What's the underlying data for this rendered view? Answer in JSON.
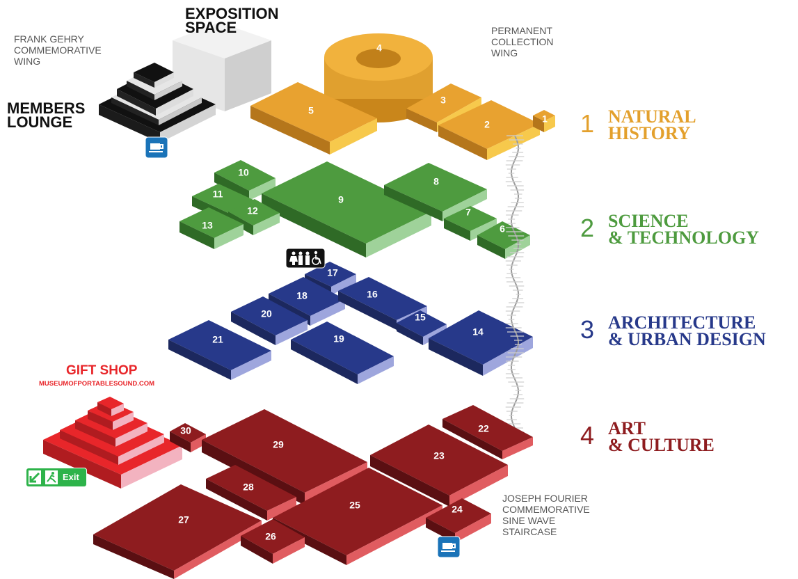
{
  "labels": {
    "exposition_space": [
      "EXPOSITION",
      "SPACE"
    ],
    "frank_gehry": [
      "FRANK GEHRY",
      "COMMEMORATIVE",
      "WING"
    ],
    "members_lounge": [
      "MEMBERS",
      "LOUNGE"
    ],
    "permanent_collection": [
      "PERMANENT",
      "COLLECTION",
      "WING"
    ],
    "gift_shop": "GIFT SHOP",
    "gift_shop_url": "MUSEUMOFPORTABLESOUND.COM",
    "staircase": [
      "JOSEPH FOURIER",
      "COMMEMORATIVE",
      "SINE WAVE",
      "STAIRCASE"
    ],
    "exit": "Exit"
  },
  "floors": [
    {
      "number": "1",
      "name": [
        "NATURAL",
        "HISTORY"
      ],
      "color": "#e3a02c"
    },
    {
      "number": "2",
      "name": [
        "SCIENCE",
        "& TECHNOLOGY"
      ],
      "color": "#4e9b3f"
    },
    {
      "number": "3",
      "name": [
        "ARCHITECTURE",
        "& URBAN DESIGN"
      ],
      "color": "#27398a"
    },
    {
      "number": "4",
      "name": [
        "ART",
        "& CULTURE"
      ],
      "color": "#8e1c1f"
    }
  ],
  "rooms": [
    "1",
    "2",
    "3",
    "4",
    "5",
    "6",
    "7",
    "8",
    "9",
    "10",
    "11",
    "12",
    "13",
    "14",
    "15",
    "16",
    "17",
    "18",
    "19",
    "20",
    "21",
    "22",
    "23",
    "24",
    "25",
    "26",
    "27",
    "28",
    "29",
    "30"
  ],
  "icons": {
    "cafe": "coffee-cup-icon",
    "restrooms": "restrooms-accessible-icon",
    "exit": "emergency-exit-icon"
  },
  "colors": {
    "natural_history": "#e3a02c",
    "science_technology": "#4e9b3f",
    "architecture": "#27398a",
    "art_culture": "#8e1c1f",
    "gift_shop": "#e8262a",
    "cafe_badge": "#1a73b8",
    "exit_badge": "#2db34a"
  }
}
